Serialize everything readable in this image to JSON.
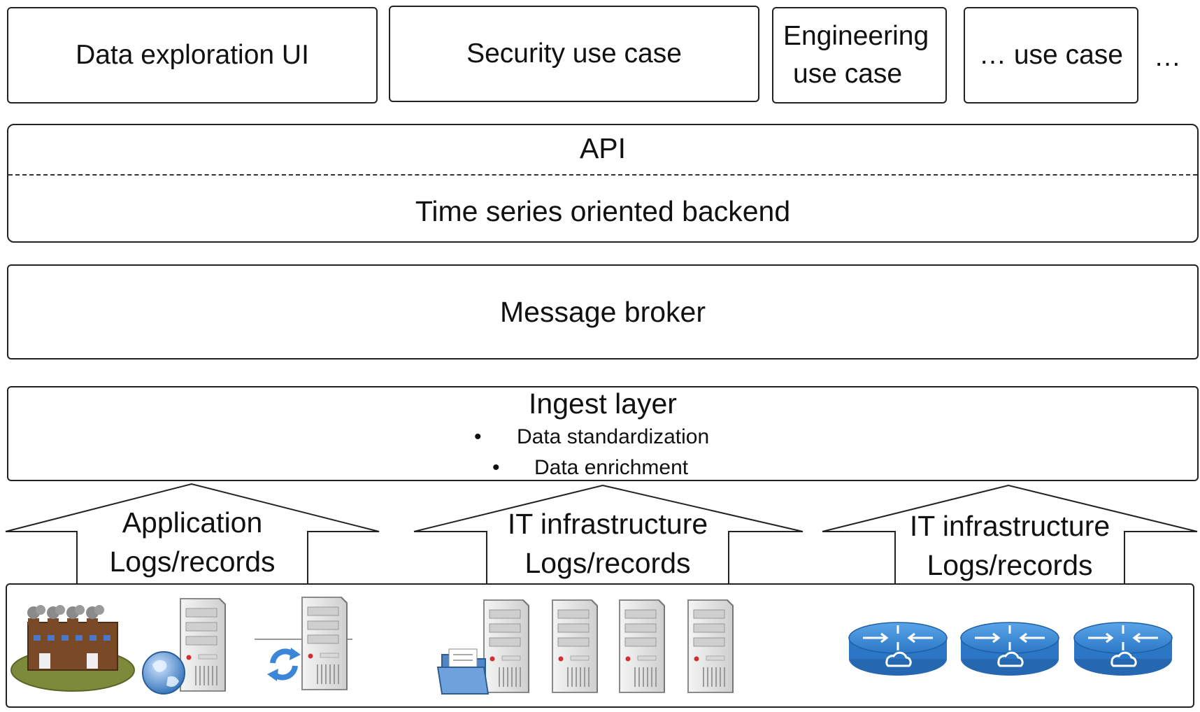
{
  "use_cases": {
    "data_exploration": "Data exploration UI",
    "security": "Security use case",
    "engineering_line1": "Engineering",
    "engineering_line2": "use case",
    "other": "… use case",
    "more": "…"
  },
  "api_layer": {
    "api": "API",
    "backend": "Time series oriented backend"
  },
  "message_broker": "Message broker",
  "ingest_layer": {
    "title": "Ingest layer",
    "bullets": [
      "Data standardization",
      "Data enrichment"
    ]
  },
  "sources": [
    {
      "line1": "Application",
      "line2": "Logs/records",
      "icons": [
        "factory-icon",
        "web-server-icon",
        "sync-server-icon"
      ]
    },
    {
      "line1": "IT infrastructure",
      "line2": "Logs/records",
      "icons": [
        "file-server-icon",
        "server-icon",
        "server-icon",
        "server-icon"
      ]
    },
    {
      "line1": "IT infrastructure",
      "line2": "Logs/records",
      "icons": [
        "router-icon",
        "router-icon",
        "router-icon"
      ]
    }
  ],
  "colors": {
    "border": "#222222",
    "server_body": "#e6e6e6",
    "router_blue": "#2b77c6",
    "factory_brown": "#7a4a28",
    "factory_ground": "#7d8a3a"
  }
}
